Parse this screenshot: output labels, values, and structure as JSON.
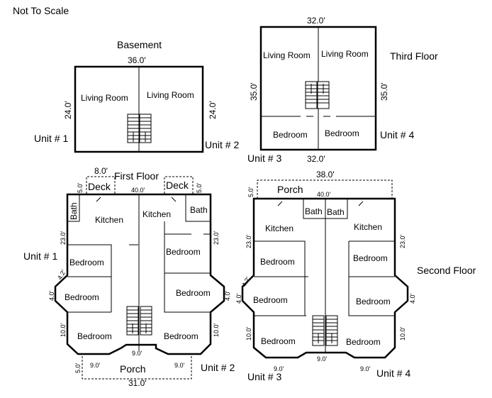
{
  "header": {
    "scale_note": "Not To Scale"
  },
  "basement": {
    "title": "Basement",
    "width_dim": "36.0'",
    "depth_dim": "24.0'",
    "room_left": "Living Room",
    "room_right": "Living Room",
    "unit_left": "Unit # 1",
    "unit_right": "Unit # 2"
  },
  "third_floor": {
    "title": "Third Floor",
    "width_dim": "32.0'",
    "depth_dim": "35.0'",
    "room_left": "Living Room",
    "room_right": "Living Room",
    "bedroom_left": "Bedroom",
    "bedroom_right": "Bedroom",
    "unit_left": "Unit # 3",
    "unit_right": "Unit # 4"
  },
  "first_floor": {
    "title": "First Floor",
    "deck_left": "Deck",
    "deck_right": "Deck",
    "deck_width": "8.0'",
    "deck_depth": "5.0'",
    "width_dim": "40.0'",
    "bath": "Bath",
    "kitchen": "Kitchen",
    "bedroom": "Bedroom",
    "side_dim": "23.0'",
    "bay_angle_dim": "4.2'",
    "bay_dim": "4.0'",
    "lower_dim": "10.0'",
    "entry_dim": "9.0'",
    "porch": "Porch",
    "porch_depth": "5.0'",
    "porch_side_dim": "9.0'",
    "porch_width": "31.0'",
    "unit_left": "Unit # 1",
    "unit_right": "Unit # 2"
  },
  "second_floor": {
    "title": "Second Floor",
    "porch_width": "38.0'",
    "porch_depth": "5.0'",
    "porch": "Porch",
    "width_dim": "40.0'",
    "bath": "Bath",
    "kitchen": "Kitchen",
    "bedroom": "Bedroom",
    "side_dim": "23.0'",
    "bay_angle_dim": "4.2'",
    "bay_dim": "4.0'",
    "lower_dim": "10.0'",
    "bottom_side_dim": "9.0'",
    "bottom_center_dim": "9.0'",
    "unit_left": "Unit # 3",
    "unit_right": "Unit # 4"
  }
}
